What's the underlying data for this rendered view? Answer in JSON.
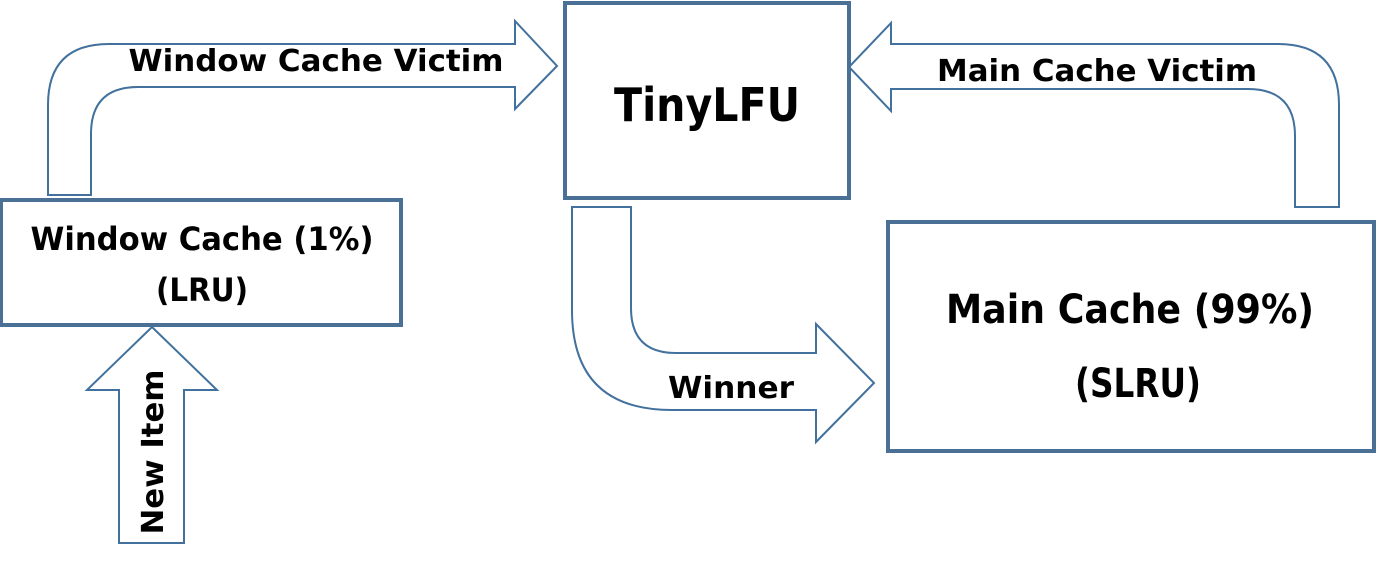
{
  "colors": {
    "box_border": "#4a7096",
    "arrow_outline": "#41719c",
    "text": "#000000",
    "background": "#ffffff"
  },
  "boxes": {
    "tinylfu": {
      "label": "TinyLFU"
    },
    "window_cache": {
      "line1": "Window Cache (1%)",
      "line2": "(LRU)"
    },
    "main_cache": {
      "line1": "Main Cache (99%)",
      "line2": "(SLRU)"
    }
  },
  "arrows": {
    "window_victim": {
      "label": "Window Cache Victim"
    },
    "main_victim": {
      "label": "Main Cache Victim"
    },
    "winner": {
      "label": "Winner"
    },
    "new_item": {
      "label": "New Item"
    }
  }
}
